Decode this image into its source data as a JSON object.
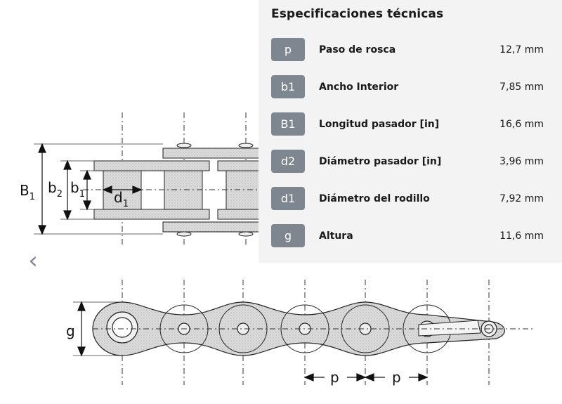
{
  "diagram": {
    "labels": {
      "B1": "B",
      "B1_sub": "1",
      "b2": "b",
      "b2_sub": "2",
      "b1": "b",
      "b1_sub": "1",
      "d1": "d",
      "d1_sub": "1",
      "g": "g",
      "p_left": "p",
      "p_right": "p"
    }
  },
  "nav": {
    "prev_glyph": "‹"
  },
  "specs": {
    "title": "Especificaciones técnicas",
    "rows": [
      {
        "badge": "p",
        "label": "Paso de rosca",
        "value": "12,7 mm"
      },
      {
        "badge": "b1",
        "label": "Ancho Interior",
        "value": "7,85 mm"
      },
      {
        "badge": "B1",
        "label": "Longitud pasador [in]",
        "value": "16,6 mm"
      },
      {
        "badge": "d2",
        "label": "Diámetro pasador [in]",
        "value": "3,96 mm"
      },
      {
        "badge": "d1",
        "label": "Diámetro del rodillo",
        "value": "7,92 mm"
      },
      {
        "badge": "g",
        "label": "Altura",
        "value": "11,6 mm"
      }
    ]
  },
  "colors": {
    "badge_bg": "#7e8690",
    "panel_bg": "#f3f3f3",
    "chain_fill": "#c7c7c7",
    "roller_fill": "#e2e2e2",
    "nav_arrow": "#7d8894"
  }
}
